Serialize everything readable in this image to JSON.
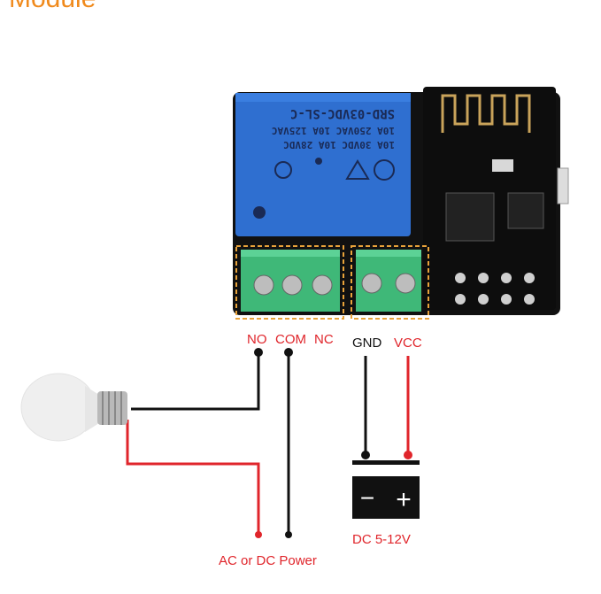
{
  "title": "Module",
  "relay": {
    "model": "SRD-03VDC-SL-C",
    "rating1": "10A 250VAC  10A 125VAC",
    "rating2": "10A 30VDC   10A 28VDC"
  },
  "terminals": {
    "no": "NO",
    "com": "COM",
    "nc": "NC",
    "gnd": "GND",
    "vcc": "VCC"
  },
  "power_supply": {
    "minus_symbol": "−",
    "plus_symbol": "+",
    "label": "DC 5-12V"
  },
  "load_power_label": "AC or DC Power",
  "colors": {
    "board": "#111111",
    "relay_blue": "#2f6fd0",
    "terminal_green": "#3fb878",
    "highlight_box": "#e8a23a",
    "wire_red": "#e0252b",
    "wire_black": "#111111"
  }
}
